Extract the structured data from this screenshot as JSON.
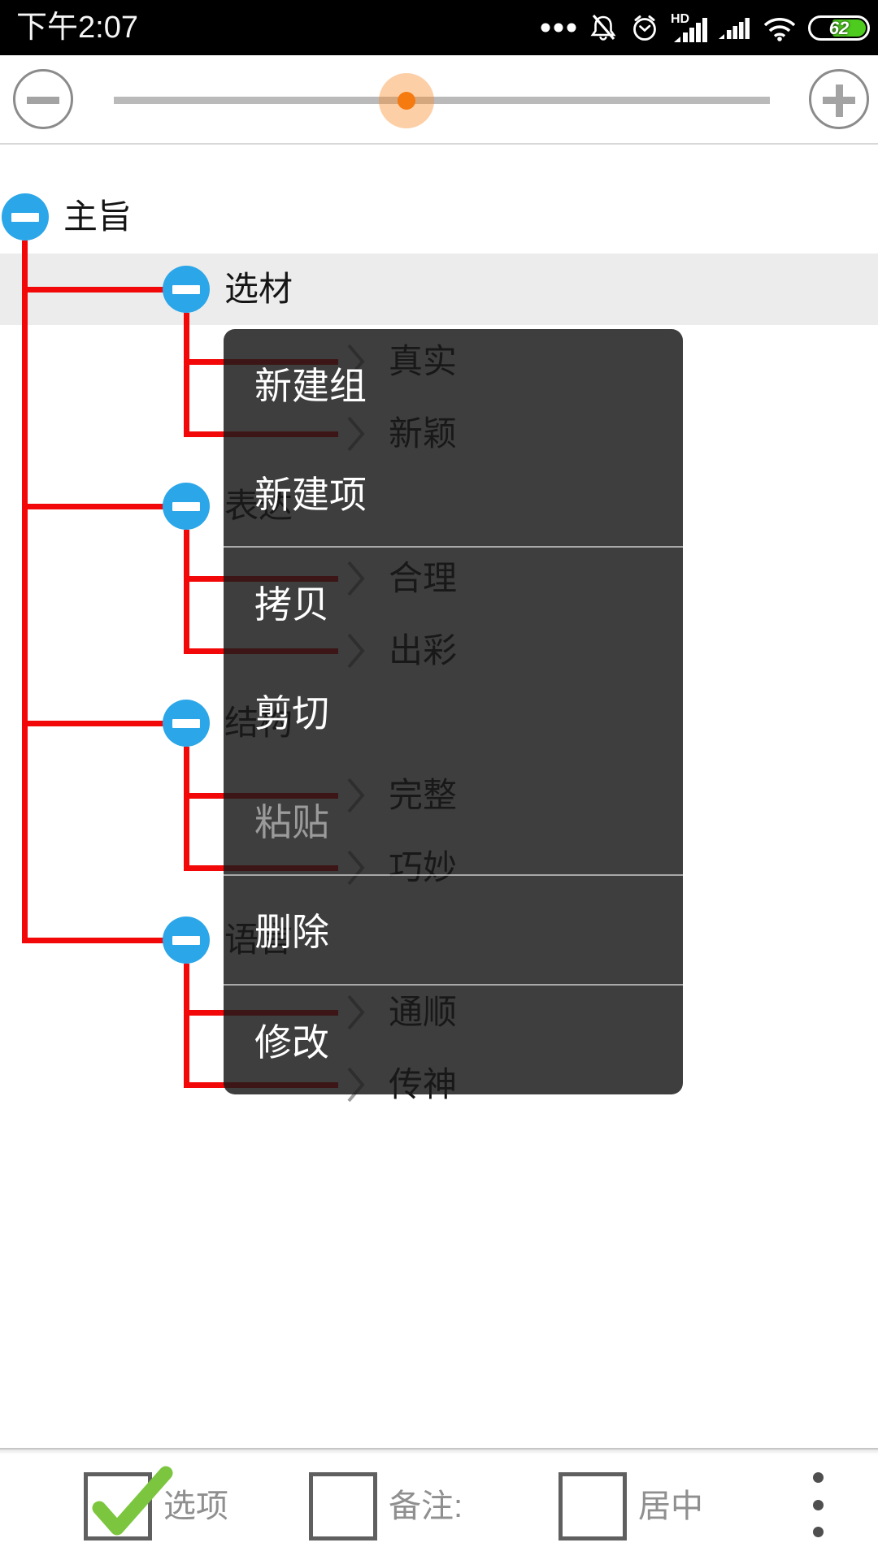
{
  "status_bar": {
    "time": "下午2:07",
    "battery_level": "62",
    "icon_names": [
      "more-notifications-icon",
      "mute-icon",
      "alarm-icon",
      "signal-hd-icon",
      "signal-icon",
      "wifi-icon",
      "battery-icon"
    ]
  },
  "zoom_toolbar": {
    "value_fraction": 0.45
  },
  "tree": {
    "root": {
      "label": "主旨"
    },
    "branches": [
      {
        "label": "选材",
        "highlighted": true,
        "children": [
          {
            "label": "真实"
          },
          {
            "label": "新颖"
          }
        ]
      },
      {
        "label": "表达",
        "highlighted": false,
        "children": [
          {
            "label": "合理"
          },
          {
            "label": "出彩"
          }
        ]
      },
      {
        "label": "结构",
        "highlighted": false,
        "children": [
          {
            "label": "完整"
          },
          {
            "label": "巧妙"
          }
        ]
      },
      {
        "label": "语言",
        "highlighted": false,
        "children": [
          {
            "label": "通顺"
          },
          {
            "label": "传神"
          }
        ]
      }
    ]
  },
  "context_menu": {
    "items": [
      {
        "label": "新建组",
        "disabled": false
      },
      {
        "label": "新建项",
        "disabled": false
      },
      {
        "label": "拷贝",
        "disabled": false
      },
      {
        "label": "剪切",
        "disabled": false
      },
      {
        "label": "粘贴",
        "disabled": true
      },
      {
        "label": "删除",
        "disabled": false
      },
      {
        "label": "修改",
        "disabled": false
      }
    ]
  },
  "bottom_bar": {
    "options": {
      "label": "选项",
      "checked": true
    },
    "note": {
      "label": "备注:",
      "checked": false
    },
    "center": {
      "label": "居中",
      "checked": false
    }
  },
  "colors": {
    "accent_blue": "#2ba6e8",
    "connector_red": "#f20808",
    "thumb_orange": "#f57a10",
    "battery_green": "#4ecb1f",
    "check_green": "#7cc63f",
    "menu_overlay": "rgba(25,25,25,0.84)",
    "highlight_row": "#ececec"
  }
}
